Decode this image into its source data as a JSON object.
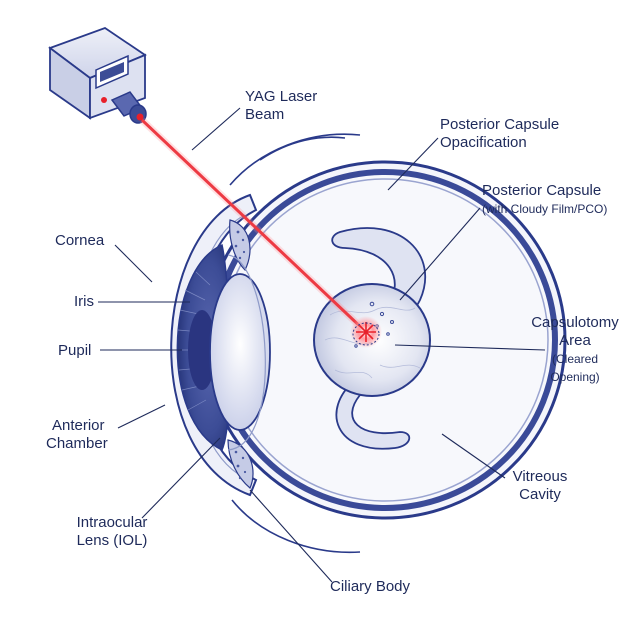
{
  "labels": {
    "yag_laser_beam": [
      "YAG Laser",
      "Beam"
    ],
    "posterior_capsule_opacification": [
      "Posterior Capsule",
      "Opacification"
    ],
    "posterior_capsule": "Posterior Capsule",
    "posterior_capsule_note": "(with Cloudy Film/PCO)",
    "cornea": "Cornea",
    "iris": "Iris",
    "pupil": "Pupil",
    "capsulotomy_area": [
      "Capsulotomy",
      "Area"
    ],
    "capsulotomy_note": [
      "(Cleared",
      "Opening)"
    ],
    "anterior_chamber": [
      "Anterior",
      "Chamber"
    ],
    "vitreous_cavity": [
      "Vitreous",
      "Cavity"
    ],
    "intraocular_lens": [
      "Intraocular",
      "Lens (IOL)"
    ],
    "ciliary_body": "Ciliary Body"
  },
  "colors": {
    "outline": "#2a3a8a",
    "outline_light": "#8e9ac8",
    "laser": "#e8202a",
    "iris_fill": "#3c4c96",
    "text": "#1e2a5a"
  },
  "icons": {
    "laser_device": "laser-device-icon"
  }
}
